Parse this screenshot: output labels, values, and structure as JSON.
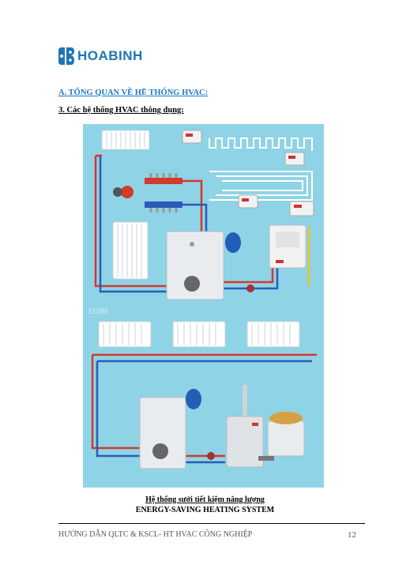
{
  "logo": {
    "text": "HOABINH",
    "brand_color": "#1f74b5"
  },
  "section_title": "A. TỔNG QUAN VỀ HỆ THỐNG HVAC:",
  "subsection_title": "3.  Các hệ thống HVAC thông dụng:",
  "figure": {
    "background_color": "#8fd3e6",
    "watermark": "123RF",
    "icons": [
      "radiator-icon",
      "boiler-icon",
      "thermostat-icon",
      "expansion-tank-icon",
      "pump-icon",
      "gas-heater-icon",
      "pellet-hopper-icon",
      "manifold-icon"
    ]
  },
  "caption_vn": "Hệ thống sưởi tiết kiệm năng lượng",
  "caption_en": "ENERGY-SAVING HEATING SYSTEM",
  "footer": {
    "text": "HƯỚNG DẪN QLTC & KSCL- HT HVAC CÔNG NGHIỆP",
    "page_number": "12"
  }
}
